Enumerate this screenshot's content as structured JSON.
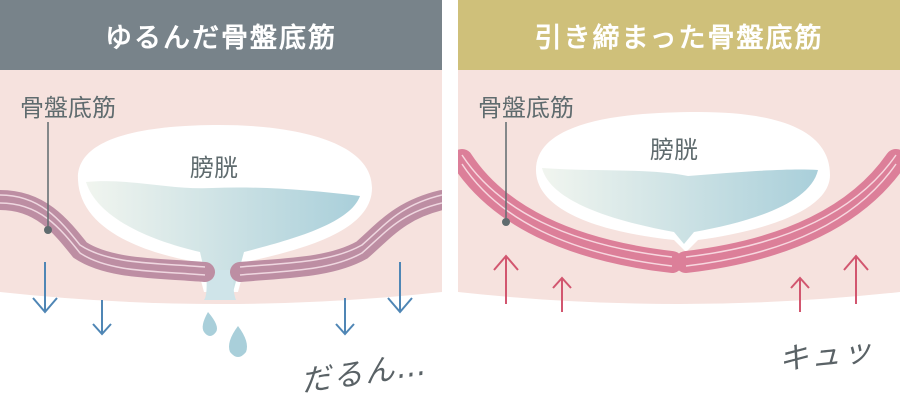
{
  "colors": {
    "loose_header": "#78838a",
    "tight_header": "#cfc07a",
    "background_pink": "#f6e2de",
    "muscle_loose": "#bd8ea3",
    "muscle_tight": "#dc7f99",
    "arrow_blue": "#4f86b5",
    "arrow_red": "#d2566f",
    "bladder_gradient_start": "#f1f5ef",
    "bladder_gradient_end": "#a9cfda"
  },
  "panels": [
    {
      "id": "loose",
      "title": "ゆるんだ骨盤底筋",
      "muscle_label": "骨盤底筋",
      "bladder_label": "膀胱",
      "caption": "だるん…",
      "arrow_direction": "down"
    },
    {
      "id": "tight",
      "title": "引き締まった骨盤底筋",
      "muscle_label": "骨盤底筋",
      "bladder_label": "膀胱",
      "caption": "キュッ",
      "arrow_direction": "up"
    }
  ]
}
